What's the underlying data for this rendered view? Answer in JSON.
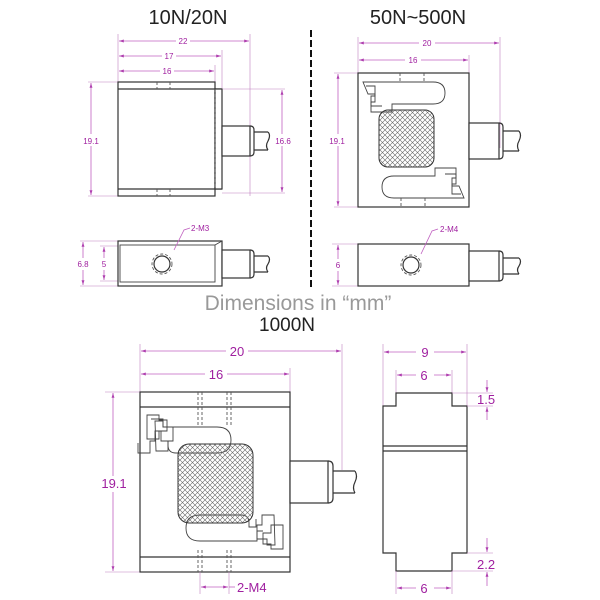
{
  "titles": {
    "small": "10N/20N",
    "medium": "50N~500N",
    "large": "1000N"
  },
  "note": "Dimensions in “mm”",
  "colors": {
    "dimension": "#a020a0",
    "outline": "#333333",
    "note": "#999999"
  },
  "views": {
    "small_front": {
      "width_overall": "22",
      "width_body": "17",
      "width_inner": "16",
      "height_overall": "19.1",
      "height_side": "16.6"
    },
    "small_top": {
      "height_overall": "6.8",
      "height_inner": "5",
      "thread": "2-M3"
    },
    "medium_front": {
      "width_overall": "20",
      "width_body": "16",
      "height_overall": "19.1"
    },
    "medium_top": {
      "height": "6",
      "thread": "2-M4"
    },
    "large_front": {
      "width_overall": "20",
      "width_body": "16",
      "height_overall": "19.1",
      "thread": "2-M4"
    },
    "large_side": {
      "width_overall": "9",
      "width_top": "6",
      "width_bottom": "6",
      "step_top": "1.5",
      "step_bottom": "2.2"
    }
  }
}
